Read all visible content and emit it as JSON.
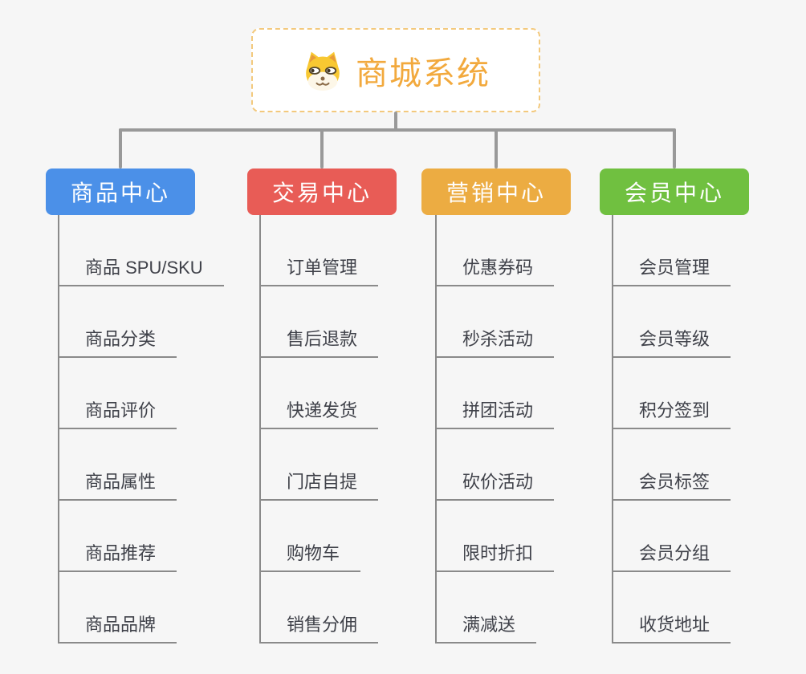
{
  "root": {
    "title": "商城系统",
    "icon": "doge-icon",
    "title_color": "#f2a93d",
    "border_color": "#f3c97d"
  },
  "connector_color": "#999999",
  "branch_line_color": "#8a8a8a",
  "branches": [
    {
      "label": "商品中心",
      "color": "#4b90e8",
      "children": [
        "商品 SPU/SKU",
        "商品分类",
        "商品评价",
        "商品属性",
        "商品推荐",
        "商品品牌"
      ]
    },
    {
      "label": "交易中心",
      "color": "#e85c56",
      "children": [
        "订单管理",
        "售后退款",
        "快递发货",
        "门店自提",
        "购物车",
        "销售分佣"
      ]
    },
    {
      "label": "营销中心",
      "color": "#ecac42",
      "children": [
        "优惠券码",
        "秒杀活动",
        "拼团活动",
        "砍价活动",
        "限时折扣",
        "满减送"
      ]
    },
    {
      "label": "会员中心",
      "color": "#70c040",
      "children": [
        "会员管理",
        "会员等级",
        "积分签到",
        "会员标签",
        "会员分组",
        "收货地址"
      ]
    }
  ]
}
